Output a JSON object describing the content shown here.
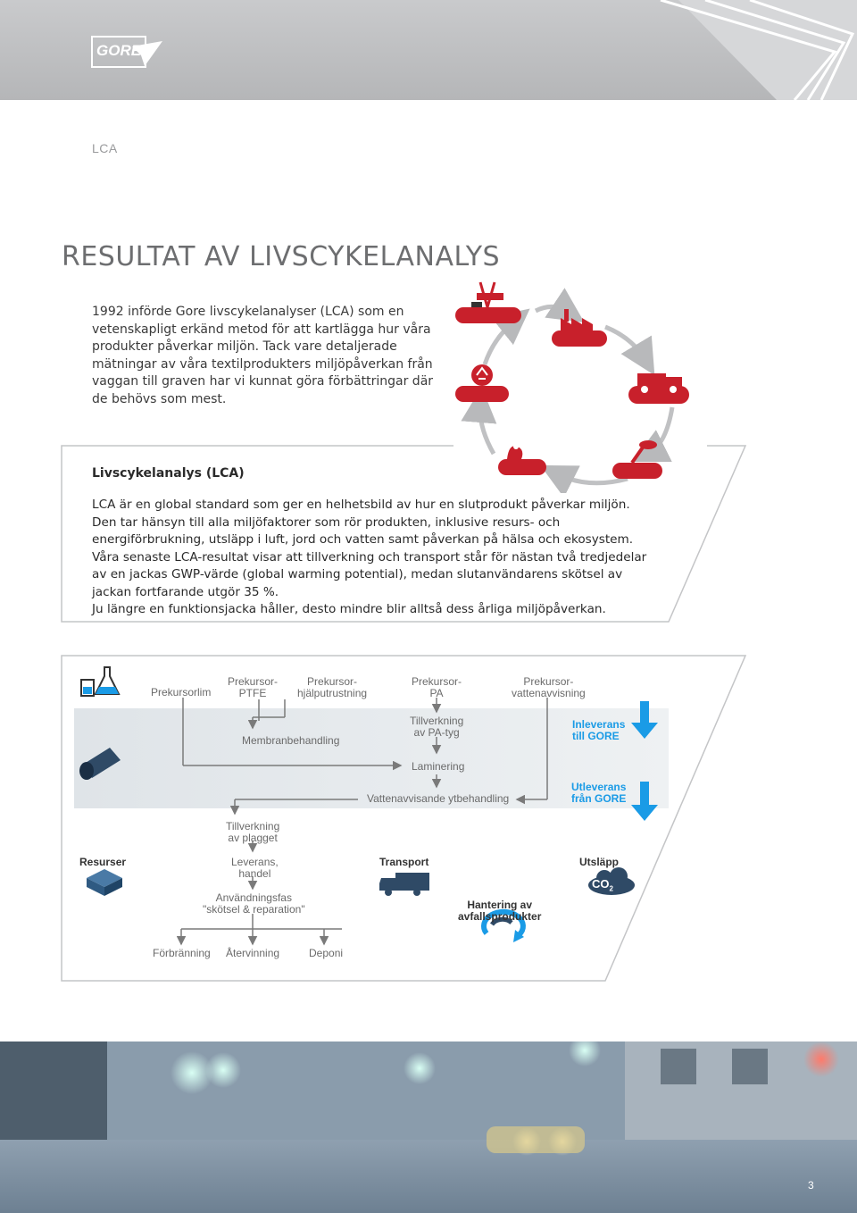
{
  "header": {
    "logo_text": "GORE",
    "logo_icon": "gore-arrow-logo-icon"
  },
  "section_label": "LCA",
  "page_title": "RESULTAT AV LIVSCYKELANALYS",
  "intro_text": "1992 införde Gore livscykelanalyser (LCA) som en vetenskapligt erkänd metod för att kartlägga hur våra produkter påverkar miljön. Tack vare detaljerade mätningar av våra textilprodukters miljöpåverkan från vaggan till graven har vi kunnat göra förbättringar där de behövs som mest.",
  "cycle": {
    "icons": [
      "oil-rig-icon",
      "factory-icon",
      "truck-icon",
      "sewing-machine-icon",
      "iron-icon",
      "recycling-icon"
    ],
    "accent_color": "#c8202b"
  },
  "info_box": {
    "title": "Livscykelanalys (LCA)",
    "paragraphs": [
      "LCA är en global standard som ger en helhetsbild av hur en slutprodukt påverkar miljön.",
      "Den tar hänsyn till alla miljöfaktorer som rör produkten, inklusive resurs- och energiförbrukning, utsläpp i luft, jord och vatten samt påverkan på hälsa och ekosystem. Våra senaste LCA-resultat visar att tillverkning och transport står för nästan två tredjedelar av en jackas GWP-värde (global warming potential), medan slutanvändarens skötsel av jackan fortfarande utgör 35 %.",
      "Ju längre en funktionsjacka håller, desto mindre blir alltså dess årliga miljöpåverkan."
    ]
  },
  "flow": {
    "prekursorlim": "Prekursorlim",
    "prekursor_ptfe": [
      "Prekursor-",
      "PTFE"
    ],
    "prekursor_hjalp": [
      "Prekursor-",
      "hjälputrustning"
    ],
    "prekursor_pa": [
      "Prekursor-",
      "PA"
    ],
    "prekursor_vatten": [
      "Prekursor-",
      "vattenavvisning"
    ],
    "tillverkning_pa": [
      "Tillverkning",
      "av PA-tyg"
    ],
    "membran": "Membranbehandling",
    "laminering": "Laminering",
    "vattenavvisande": "Vattenavvisande ytbehandling",
    "inleverans": [
      "Inleverans",
      "till GORE"
    ],
    "utleverans": [
      "Utleverans",
      "från GORE"
    ],
    "tillverkning_plagg": [
      "Tillverkning",
      "av plagget"
    ],
    "leverans": [
      "Leverans,",
      "handel"
    ],
    "anvandning": [
      "Användningsfas",
      "\"skötsel & reparation\""
    ],
    "resurser": "Resurser",
    "transport": "Transport",
    "utslapp": "Utsläpp",
    "co2": "CO",
    "co2_sub": "2",
    "hantering": [
      "Hantering av",
      "avfallsprodukter"
    ],
    "forbranning": "Förbränning",
    "atervinning": "Återvinning",
    "deponi": "Deponi",
    "blue_color": "#1a9be6"
  },
  "page_number": "3"
}
